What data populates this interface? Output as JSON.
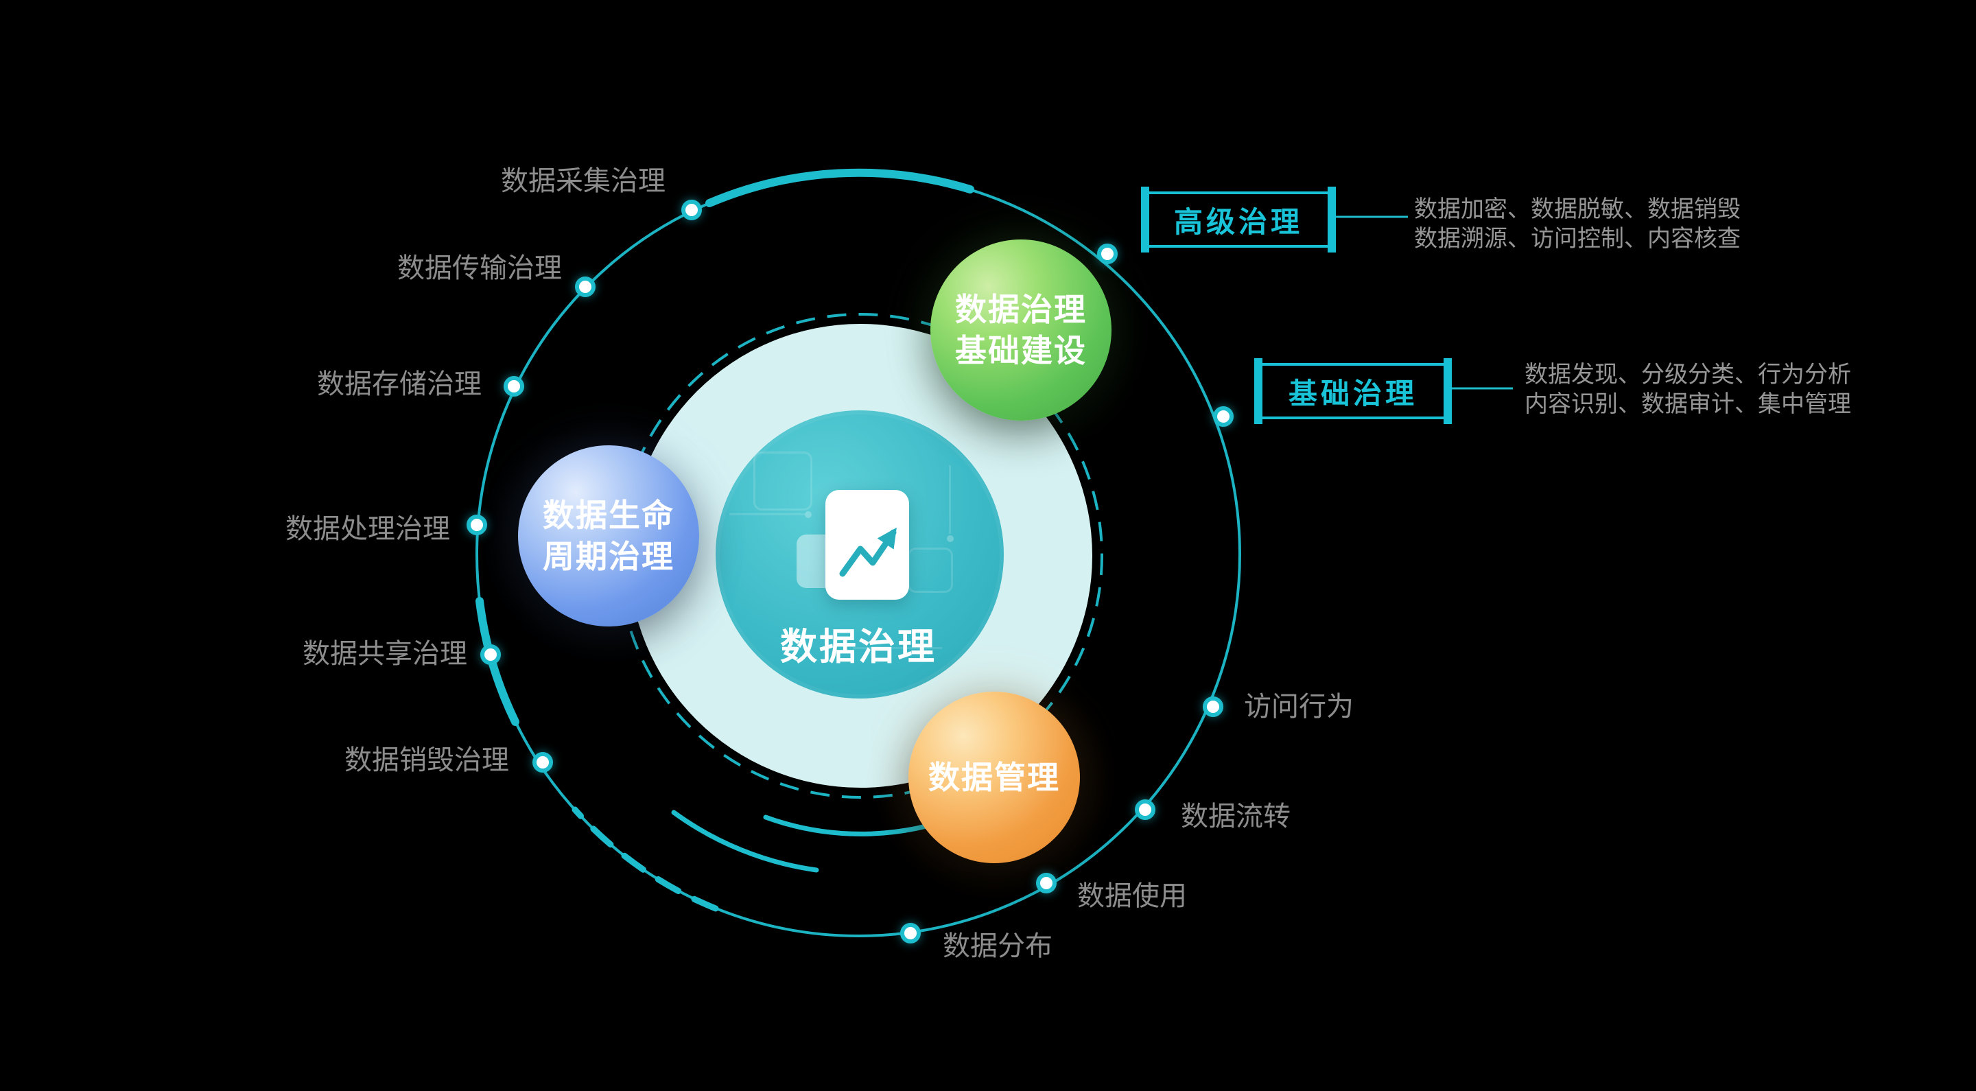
{
  "diagram_title": "数据治理",
  "center": {
    "label": "数据治理",
    "icon": "trend-chart-document-icon"
  },
  "bubbles": [
    {
      "id": "governance-infrastructure",
      "lines": [
        "数据治理",
        "基础建设"
      ],
      "color": "#5fc457"
    },
    {
      "id": "data-lifecycle-governance",
      "lines": [
        "数据生命",
        "周期治理"
      ],
      "color": "#6f9aec"
    },
    {
      "id": "data-management",
      "lines": [
        "数据管理"
      ],
      "color": "#f29d42"
    }
  ],
  "orbit": {
    "left_labels": [
      "数据采集治理",
      "数据传输治理",
      "数据存储治理",
      "数据处理治理",
      "数据共享治理",
      "数据销毁治理"
    ],
    "right_labels": [
      "访问行为",
      "数据流转",
      "数据使用",
      "数据分布"
    ]
  },
  "callouts": [
    {
      "label": "高级治理",
      "desc_lines": [
        "数据加密、数据脱敏、数据销毁",
        "数据溯源、访问控制、内容核查"
      ]
    },
    {
      "label": "基础治理",
      "desc_lines": [
        "数据发现、分级分类、行为分析",
        "内容识别、数据审计、集中管理"
      ]
    }
  ],
  "colors": {
    "accent": "#1ebdcd",
    "light_circle": "#d6f1f2",
    "core_circle": "#38b6c4",
    "bubble_green": "#5fc457",
    "bubble_blue": "#6f9aec",
    "bubble_orange": "#f29d42",
    "label_gray": "#8d8d8d"
  }
}
